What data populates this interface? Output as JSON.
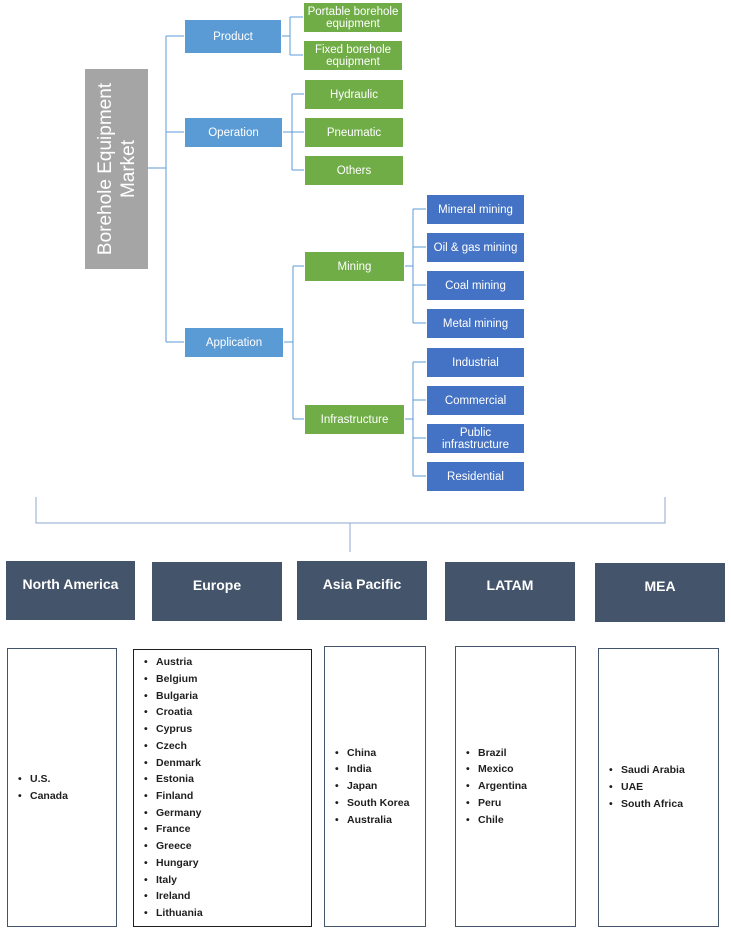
{
  "title": "Borehole Equipment Market",
  "segments": {
    "product": {
      "label": "Product",
      "items": [
        "Portable borehole equipment",
        "Fixed borehole equipment"
      ]
    },
    "operation": {
      "label": "Operation",
      "items": [
        "Hydraulic",
        "Pneumatic",
        "Others"
      ]
    },
    "application": {
      "label": "Application",
      "mining": {
        "label": "Mining",
        "items": [
          "Mineral mining",
          "Oil & gas mining",
          "Coal mining",
          "Metal mining"
        ]
      },
      "infrastructure": {
        "label": "Infrastructure",
        "items": [
          "Industrial",
          "Commercial",
          "Public infrastructure",
          "Residential"
        ]
      }
    }
  },
  "regions": [
    {
      "name": "North America",
      "countries": [
        "U.S.",
        "Canada"
      ]
    },
    {
      "name": "Europe",
      "countries": [
        "Austria",
        "Belgium",
        "Bulgaria",
        "Croatia",
        "Cyprus",
        "Czech",
        "Denmark",
        "Estonia",
        "Finland",
        "Germany",
        "France",
        "Greece",
        "Hungary",
        "Italy",
        "Ireland",
        "Lithuania"
      ]
    },
    {
      "name": "Asia Pacific",
      "countries": [
        "China",
        "India",
        "Japan",
        "South Korea",
        "Australia"
      ]
    },
    {
      "name": "LATAM",
      "countries": [
        "Brazil",
        "Mexico",
        "Argentina",
        "Peru",
        "Chile"
      ]
    },
    {
      "name": "MEA",
      "countries": [
        "Saudi Arabia",
        "UAE",
        "South Africa"
      ]
    }
  ],
  "colors": {
    "root": "#a5a5a5",
    "level1": "#5b9bd5",
    "level2": "#70ad47",
    "level3": "#4472c4",
    "region_header": "#44546a",
    "connector": "#5b9bd5"
  }
}
